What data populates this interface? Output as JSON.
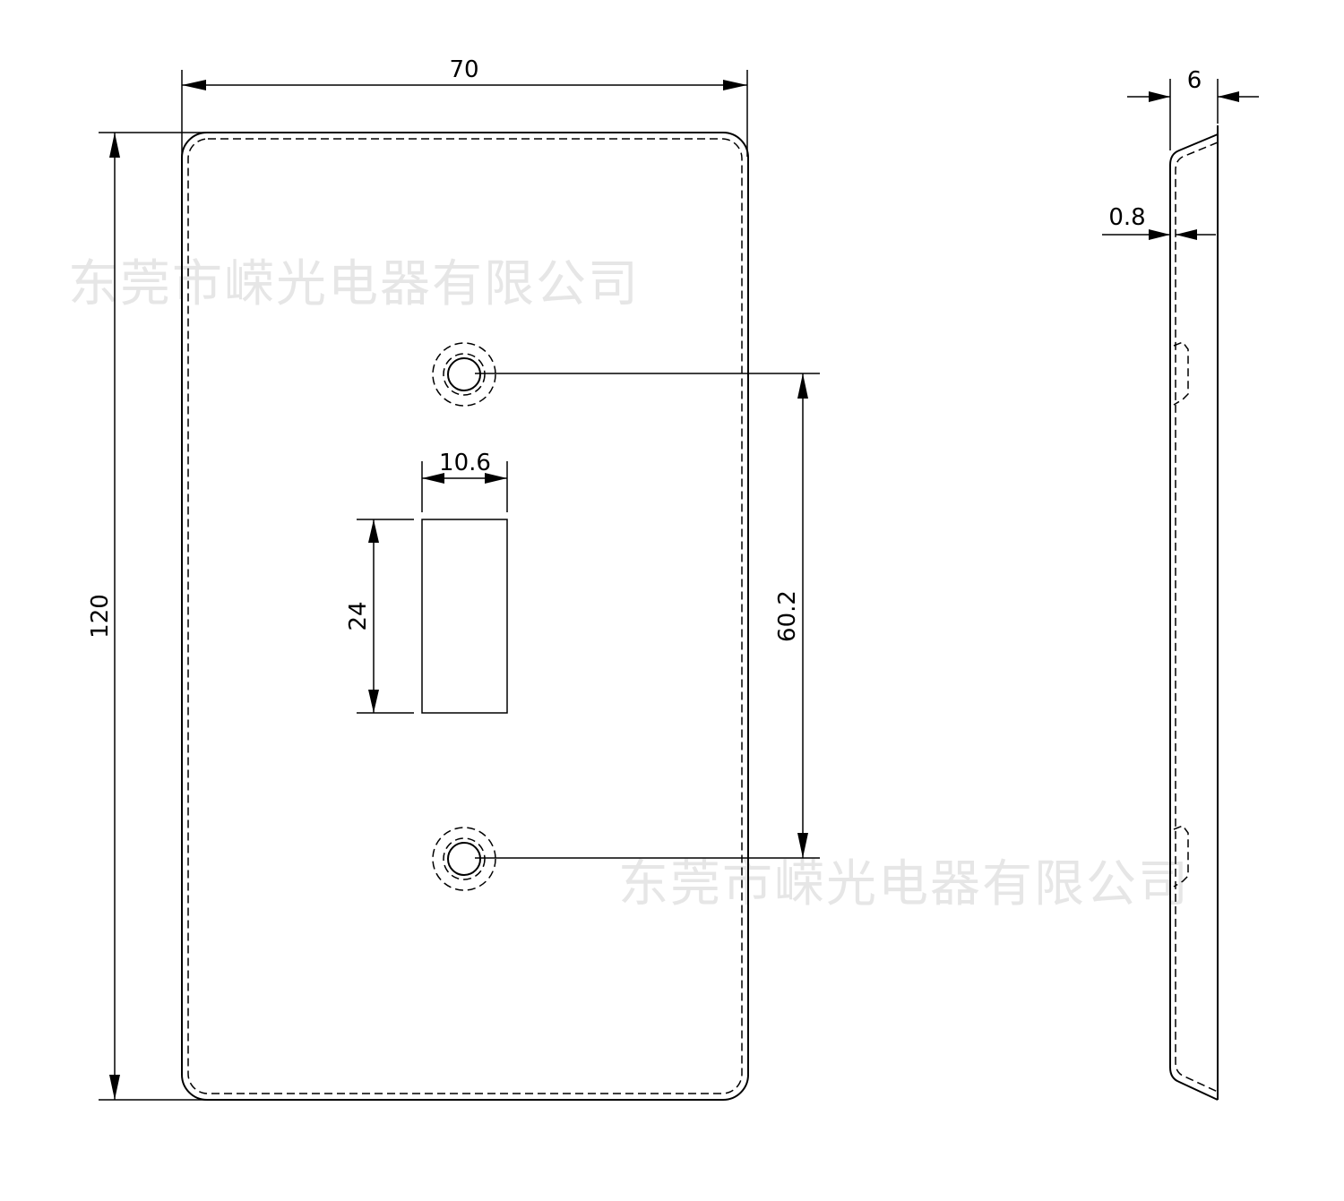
{
  "watermark": {
    "text": "东莞市嵘光电器有限公司",
    "color": "#e6e6e6"
  },
  "front_view": {
    "width_label": "70",
    "height_label": "120",
    "hole_spacing_label": "60.2",
    "slot_width_label": "10.6",
    "slot_height_label": "24"
  },
  "side_view": {
    "depth_label": "6",
    "thickness_label": "0.8"
  },
  "colors": {
    "line": "#000000",
    "background": "#ffffff"
  }
}
